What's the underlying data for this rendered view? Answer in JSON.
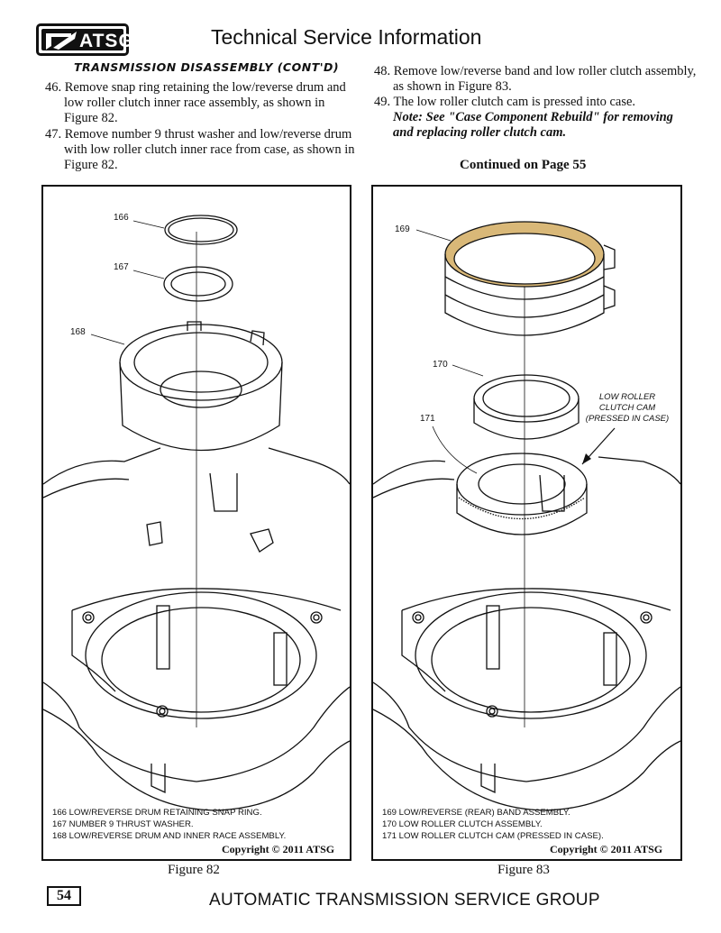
{
  "header": {
    "logo_text": "ATSG",
    "title": "Technical Service Information"
  },
  "section_title": "Transmission Disassembly (Cont'd)",
  "left_column": {
    "step46": "46. Remove snap ring retaining the low/reverse drum and low roller clutch inner race assembly, as shown in Figure 82.",
    "step47": "47. Remove number 9 thrust washer and low/reverse drum with low roller clutch inner race from case, as shown in Figure 82."
  },
  "right_column": {
    "step48": "48. Remove low/reverse band and low roller clutch assembly, as shown in Figure 83.",
    "step49": "49. The low roller clutch cam is pressed into case.",
    "note": "Note: See \"Case Component Rebuild\" for removing and replacing roller clutch cam.",
    "continued": "Continued on Page 55"
  },
  "figure82": {
    "callouts": [
      "166",
      "167",
      "168"
    ],
    "legend": [
      "166  LOW/REVERSE DRUM RETAINING SNAP RING.",
      "167  NUMBER 9 THRUST WASHER.",
      "168  LOW/REVERSE DRUM AND INNER RACE ASSEMBLY."
    ],
    "copyright": "Copyright © 2011 ATSG",
    "caption": "Figure 82"
  },
  "figure83": {
    "callouts": [
      "169",
      "170",
      "171"
    ],
    "annotation": [
      "LOW ROLLER",
      "CLUTCH CAM",
      "(PRESSED IN CASE)"
    ],
    "legend": [
      "169  LOW/REVERSE (REAR) BAND ASSEMBLY.",
      "170  LOW ROLLER CLUTCH ASSEMBLY.",
      "171  LOW ROLLER CLUTCH CAM  (PRESSED IN CASE)."
    ],
    "copyright": "Copyright © 2011 ATSG",
    "caption": "Figure 83"
  },
  "footer": {
    "page_number": "54",
    "text": "AUTOMATIC TRANSMISSION SERVICE GROUP"
  },
  "colors": {
    "ink": "#111111",
    "band_lining": "#d9b878"
  }
}
